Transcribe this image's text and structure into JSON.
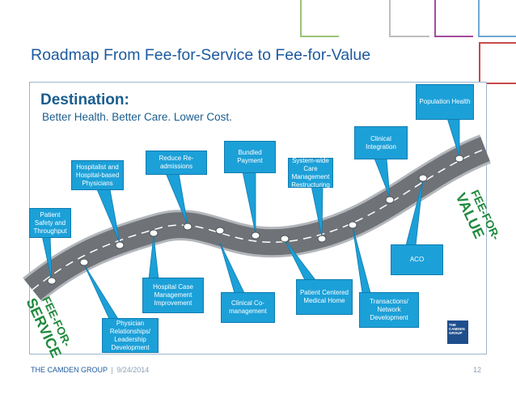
{
  "slide": {
    "title": "Roadmap From Fee-for-Service to Fee-for-Value",
    "destination_label": "Destination:",
    "tagline": "Better Health.  Better Care.  Lower Cost.",
    "start_label": [
      "FEE-FOR-",
      "SERVICE"
    ],
    "end_label": [
      "FEE-FOR-",
      "VALUE"
    ]
  },
  "callouts": {
    "patient_safety": "Patient Safety and Throughput",
    "hospitalist": "Hospitalist and Hospital-based Physicians",
    "reduce_readmissions": "Reduce Re-admissions",
    "bundled_payment": "Bundled Payment",
    "system_wide": "System-wide Care Management Restructuring",
    "clinical_integration": "Clinical Integration",
    "population_health": "Population Health",
    "physician_relationships": "Physician Relationships/ Leadership Development",
    "hospital_case_mgmt": "Hospital Case Management Improvement",
    "clinical_comanagement": "Clinical Co-management",
    "pcmh": "Patient Centered Medical Home",
    "transactions": "Transactions/ Network Development",
    "aco": "ACO"
  },
  "footer": {
    "company": "THE CAMDEN GROUP",
    "separator": "|",
    "date": "9/24/2014",
    "page": "12"
  },
  "logo_text": "THE CAMDEN GROUP",
  "colors": {
    "title": "#1d5a9e",
    "callout": "#1ca0d8",
    "road": "#6f7378",
    "road_edge": "#a7abb0",
    "brand_green": "#1e8a3c"
  }
}
